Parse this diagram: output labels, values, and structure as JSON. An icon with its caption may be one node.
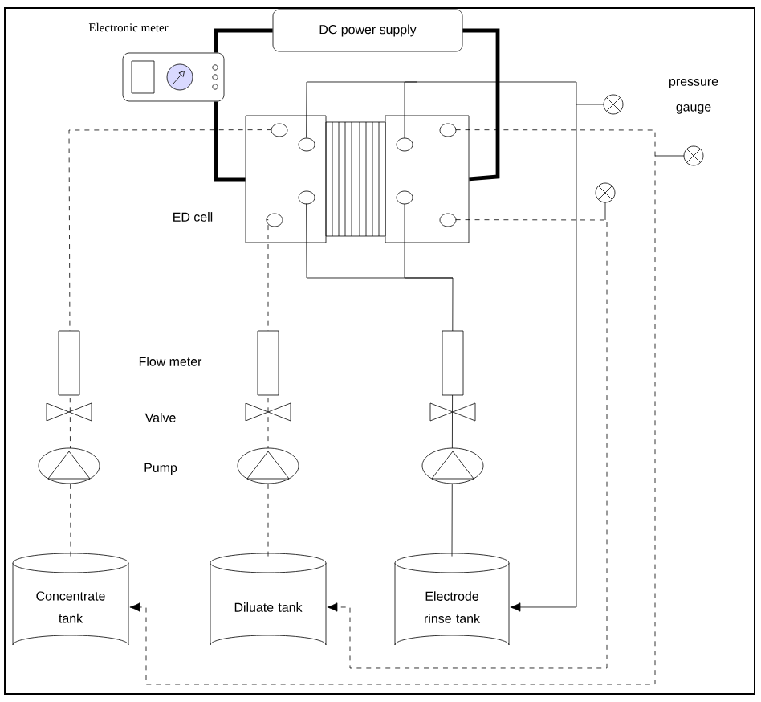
{
  "diagram": {
    "nodes": [
      {
        "text": [
          "DC power supply"
        ]
      },
      {
        "text": [
          "Electronic meter"
        ]
      },
      {
        "text": [
          "ED cell"
        ]
      },
      {
        "text": [
          "Concentrate tank"
        ]
      },
      {
        "text": [
          "Diluate tank"
        ]
      },
      {
        "text": [
          "Electrode rinse tank"
        ]
      }
    ],
    "edges": [
      {
        "from": 0,
        "to": 1,
        "arrow": "none",
        "style": "thick"
      },
      {
        "from": 1,
        "to": 2,
        "arrow": "none",
        "style": "thick"
      },
      {
        "from": 0,
        "to": 2,
        "arrow": "none",
        "style": "thick"
      },
      {
        "from": 3,
        "to": 2,
        "arrow": "none",
        "style": "dashed"
      },
      {
        "from": 2,
        "to": 3,
        "arrow": "to",
        "style": "dashed"
      },
      {
        "from": 4,
        "to": 2,
        "arrow": "none",
        "style": "dashed"
      },
      {
        "from": 2,
        "to": 4,
        "arrow": "to",
        "style": "dashed"
      },
      {
        "from": 5,
        "to": 2,
        "arrow": "none"
      },
      {
        "from": 2,
        "to": 5,
        "arrow": "to"
      }
    ],
    "labels": [
      "Flow meter",
      "Valve",
      "Pump",
      "pressure gauge"
    ]
  }
}
